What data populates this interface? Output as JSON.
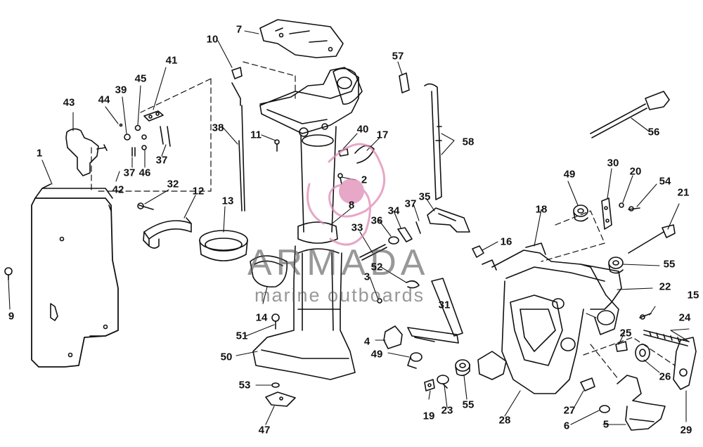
{
  "watermark": {
    "brand": "ARMADA",
    "tagline": "marine outboards",
    "logo_color": "#e08ab4",
    "text_color": "#555555"
  },
  "part_numbers": [
    "1",
    "2",
    "3",
    "4",
    "5",
    "6",
    "7",
    "8",
    "9",
    "10",
    "11",
    "12",
    "13",
    "14",
    "15",
    "16",
    "17",
    "18",
    "19",
    "20",
    "21",
    "22",
    "23",
    "24",
    "25",
    "26",
    "27",
    "28",
    "29",
    "30",
    "31",
    "32",
    "33",
    "34",
    "35",
    "36",
    "37",
    "38",
    "39",
    "40",
    "41",
    "42",
    "43",
    "44",
    "45",
    "46",
    "47",
    "49",
    "50",
    "51",
    "52",
    "53",
    "54",
    "55",
    "56",
    "57",
    "58"
  ],
  "callouts": [
    {
      "id": "c1",
      "text": "1"
    },
    {
      "id": "c2",
      "text": "2"
    },
    {
      "id": "c3",
      "text": "3"
    },
    {
      "id": "c4",
      "text": "4"
    },
    {
      "id": "c5",
      "text": "5"
    },
    {
      "id": "c6",
      "text": "6"
    },
    {
      "id": "c7",
      "text": "7"
    },
    {
      "id": "c8",
      "text": "8"
    },
    {
      "id": "c9",
      "text": "9"
    },
    {
      "id": "c10",
      "text": "10"
    },
    {
      "id": "c11",
      "text": "11"
    },
    {
      "id": "c12",
      "text": "12"
    },
    {
      "id": "c13",
      "text": "13"
    },
    {
      "id": "c14",
      "text": "14"
    },
    {
      "id": "c15",
      "text": "15"
    },
    {
      "id": "c16",
      "text": "16"
    },
    {
      "id": "c17",
      "text": "17"
    },
    {
      "id": "c18",
      "text": "18"
    },
    {
      "id": "c19",
      "text": "19"
    },
    {
      "id": "c20",
      "text": "20"
    },
    {
      "id": "c21",
      "text": "21"
    },
    {
      "id": "c22",
      "text": "22"
    },
    {
      "id": "c23",
      "text": "23"
    },
    {
      "id": "c24",
      "text": "24"
    },
    {
      "id": "c25",
      "text": "25"
    },
    {
      "id": "c26",
      "text": "26"
    },
    {
      "id": "c27",
      "text": "27"
    },
    {
      "id": "c28",
      "text": "28"
    },
    {
      "id": "c29",
      "text": "29"
    },
    {
      "id": "c30",
      "text": "30"
    },
    {
      "id": "c31",
      "text": "31"
    },
    {
      "id": "c32",
      "text": "32"
    },
    {
      "id": "c33",
      "text": "33"
    },
    {
      "id": "c34",
      "text": "34"
    },
    {
      "id": "c35",
      "text": "35"
    },
    {
      "id": "c36",
      "text": "36"
    },
    {
      "id": "c37a",
      "text": "37"
    },
    {
      "id": "c37b",
      "text": "37"
    },
    {
      "id": "c37c",
      "text": "37"
    },
    {
      "id": "c38",
      "text": "38"
    },
    {
      "id": "c39",
      "text": "39"
    },
    {
      "id": "c40",
      "text": "40"
    },
    {
      "id": "c41",
      "text": "41"
    },
    {
      "id": "c42",
      "text": "42"
    },
    {
      "id": "c43",
      "text": "43"
    },
    {
      "id": "c44",
      "text": "44"
    },
    {
      "id": "c45",
      "text": "45"
    },
    {
      "id": "c46",
      "text": "46"
    },
    {
      "id": "c47",
      "text": "47"
    },
    {
      "id": "c49a",
      "text": "49"
    },
    {
      "id": "c49b",
      "text": "49"
    },
    {
      "id": "c50",
      "text": "50"
    },
    {
      "id": "c51",
      "text": "51"
    },
    {
      "id": "c52",
      "text": "52"
    },
    {
      "id": "c53",
      "text": "53"
    },
    {
      "id": "c54",
      "text": "54"
    },
    {
      "id": "c55a",
      "text": "55"
    },
    {
      "id": "c55b",
      "text": "55"
    },
    {
      "id": "c56",
      "text": "56"
    },
    {
      "id": "c57",
      "text": "57"
    },
    {
      "id": "c58",
      "text": "58"
    }
  ]
}
